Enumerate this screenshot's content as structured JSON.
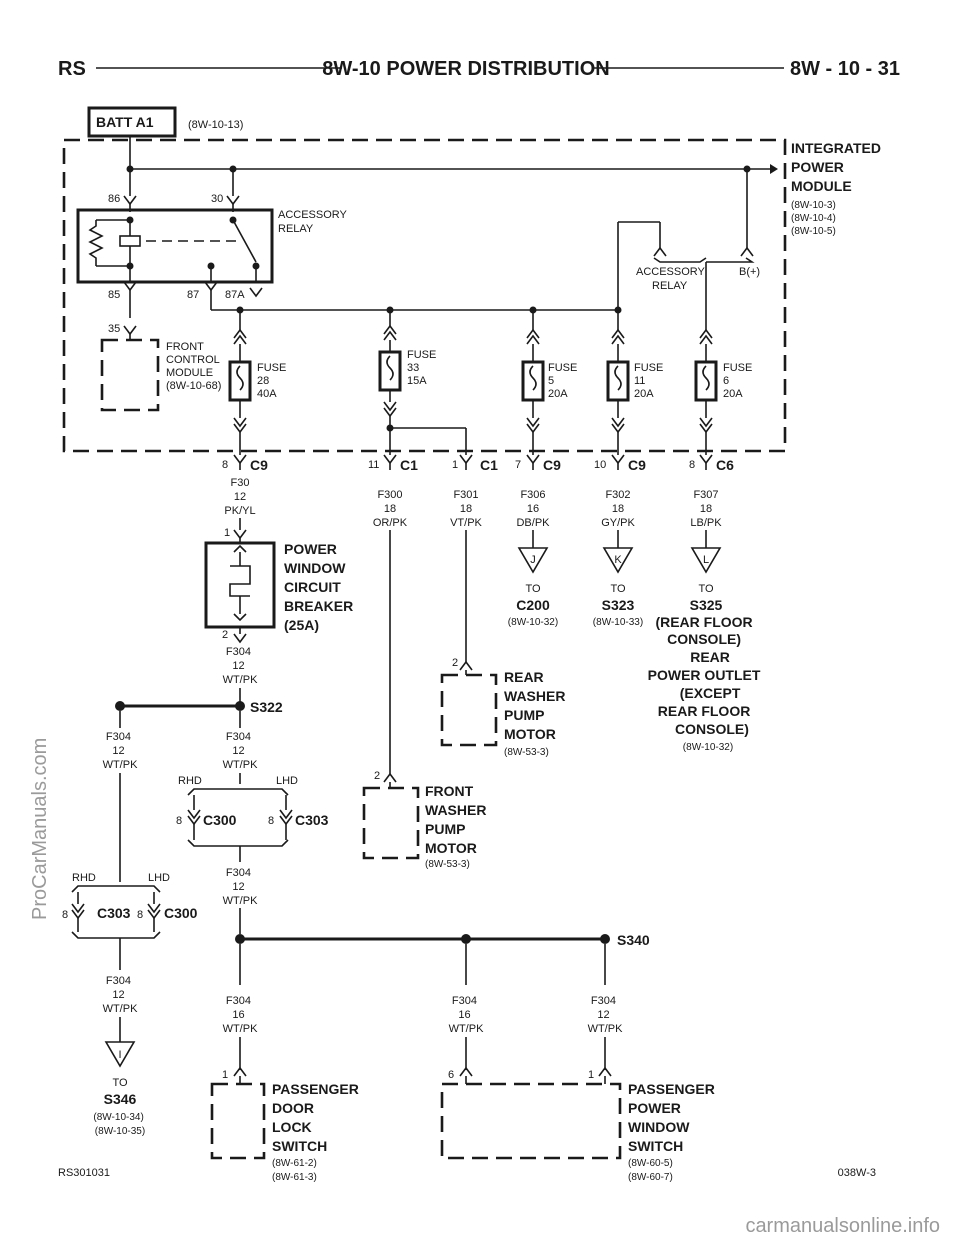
{
  "header": {
    "left": "RS",
    "center": "8W-10 POWER DISTRIBUTION",
    "right": "8W - 10 - 31"
  },
  "source": {
    "name": "BATT A1",
    "ref": "(8W-10-13)"
  },
  "module": {
    "title": [
      "INTEGRATED",
      "POWER",
      "MODULE"
    ],
    "refs": [
      "(8W-10-3)",
      "(8W-10-4)",
      "(8W-10-5)"
    ]
  },
  "relay": {
    "label": [
      "ACCESSORY",
      "RELAY"
    ],
    "pins": {
      "p86": "86",
      "p30": "30",
      "p85": "85",
      "p87": "87",
      "p87a": "87A"
    },
    "feed_label": [
      "ACCESSORY",
      "RELAY"
    ],
    "bplus": "B(+)"
  },
  "fcm": {
    "pin": "35",
    "label": [
      "FRONT",
      "CONTROL",
      "MODULE",
      "(8W-10-68)"
    ]
  },
  "fuses": [
    {
      "label": [
        "FUSE",
        "28",
        "40A"
      ]
    },
    {
      "label": [
        "FUSE",
        "33",
        "15A"
      ]
    },
    {
      "label": [
        "FUSE",
        "5",
        "20A"
      ]
    },
    {
      "label": [
        "FUSE",
        "11",
        "20A"
      ]
    },
    {
      "label": [
        "FUSE",
        "6",
        "20A"
      ]
    }
  ],
  "connectors": [
    {
      "pin": "8",
      "name": "C9"
    },
    {
      "pin": "11",
      "name": "C1"
    },
    {
      "pin": "1",
      "name": "C1"
    },
    {
      "pin": "7",
      "name": "C9"
    },
    {
      "pin": "10",
      "name": "C9"
    },
    {
      "pin": "8",
      "name": "C6"
    }
  ],
  "wires": {
    "f30": [
      "F30",
      "12",
      "PK/YL"
    ],
    "f300": [
      "F300",
      "18",
      "OR/PK"
    ],
    "f301": [
      "F301",
      "18",
      "VT/PK"
    ],
    "f306": [
      "F306",
      "16",
      "DB/PK"
    ],
    "f302": [
      "F302",
      "18",
      "GY/PK"
    ],
    "f307": [
      "F307",
      "18",
      "LB/PK"
    ],
    "f304_cb": [
      "F304",
      "12",
      "WT/PK"
    ],
    "f304_left": [
      "F304",
      "12",
      "WT/PK"
    ],
    "f304_mid": [
      "F304",
      "12",
      "WT/PK"
    ],
    "f304_lower": [
      "F304",
      "12",
      "WT/PK"
    ],
    "f304_bottom_left": [
      "F304",
      "12",
      "WT/PK"
    ],
    "f304_pdls": [
      "F304",
      "16",
      "WT/PK"
    ],
    "f304_pws6": [
      "F304",
      "16",
      "WT/PK"
    ],
    "f304_pws1": [
      "F304",
      "12",
      "WT/PK"
    ]
  },
  "refs": [
    {
      "letter": "J",
      "to": "TO",
      "name": "C200",
      "ref": "(8W-10-32)"
    },
    {
      "letter": "K",
      "to": "TO",
      "name": "S323",
      "ref": "(8W-10-33)"
    },
    {
      "letter": "L",
      "to": "TO",
      "name": "S325",
      "desc": [
        "(REAR FLOOR",
        "CONSOLE)",
        "REAR",
        "POWER OUTLET",
        "(EXCEPT",
        "REAR FLOOR",
        "CONSOLE)"
      ],
      "ref": "(8W-10-32)"
    },
    {
      "letter": "I",
      "to": "TO",
      "name": "S346",
      "refs": [
        "(8W-10-34)",
        "(8W-10-35)"
      ]
    }
  ],
  "breaker": {
    "pin_top": "1",
    "pin_bottom": "2",
    "label": [
      "POWER",
      "WINDOW",
      "CIRCUIT",
      "BREAKER",
      "(25A)"
    ]
  },
  "splices": {
    "s322": "S322",
    "s340": "S340"
  },
  "inline_connectors": {
    "upper": {
      "rhd": "RHD",
      "lhd": "LHD",
      "a_pin": "8",
      "a_name": "C300",
      "b_pin": "8",
      "b_name": "C303"
    },
    "lower": {
      "rhd": "RHD",
      "lhd": "LHD",
      "a_pin": "8",
      "a_name": "C303",
      "b_pin": "8",
      "b_name": "C300"
    }
  },
  "components": {
    "rear_washer": {
      "pin": "2",
      "label": [
        "REAR",
        "WASHER",
        "PUMP",
        "MOTOR"
      ],
      "ref": "(8W-53-3)"
    },
    "front_washer": {
      "pin": "2",
      "label": [
        "FRONT",
        "WASHER",
        "PUMP",
        "MOTOR"
      ],
      "ref": "(8W-53-3)"
    },
    "door_lock": {
      "pin": "1",
      "label": [
        "PASSENGER",
        "DOOR",
        "LOCK",
        "SWITCH"
      ],
      "refs": [
        "(8W-61-2)",
        "(8W-61-3)"
      ]
    },
    "pwr_window": {
      "pin_a": "6",
      "pin_b": "1",
      "label": [
        "PASSENGER",
        "POWER",
        "WINDOW",
        "SWITCH"
      ],
      "refs": [
        "(8W-60-5)",
        "(8W-60-7)"
      ]
    }
  },
  "footer": {
    "left": "RS301031",
    "right": "038W-3"
  },
  "watermarks": {
    "side": "ProCarManuals.com",
    "bottom": "carmanualsonline.info"
  }
}
